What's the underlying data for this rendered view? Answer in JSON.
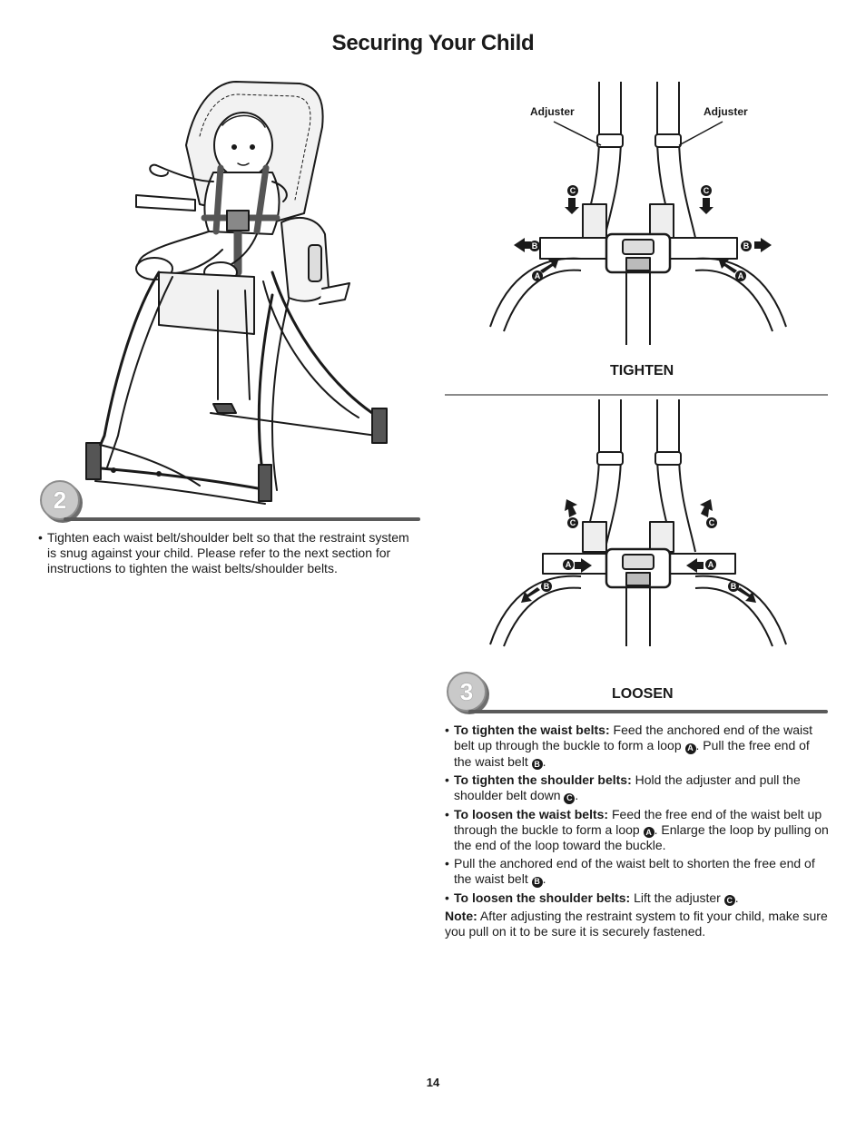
{
  "page": {
    "title": "Securing Your Child",
    "number": "14"
  },
  "step2": {
    "badge": "2",
    "bullet": "Tighten each waist belt/shoulder belt so that the restraint system is snug against your child. Please refer to the next section for instructions to tighten the waist belts/shoulder belts."
  },
  "step3": {
    "badge": "3",
    "tighten_label": "TIGHTEN",
    "loosen_label": "LOOSEN",
    "adjuster_left": "Adjuster",
    "adjuster_right": "Adjuster",
    "markers": {
      "a": "A",
      "b": "B",
      "c": "C"
    },
    "instructions": [
      {
        "bold": "To tighten the waist belts:",
        "parts": [
          " Feed the anchored end of the waist belt up through the buckle to form a loop ",
          "A",
          ". Pull the free end of the waist belt ",
          "B",
          "."
        ]
      },
      {
        "bold": "To tighten the shoulder belts:",
        "parts": [
          " Hold the adjuster and pull the shoulder belt down ",
          "C",
          "."
        ]
      },
      {
        "bold": "To loosen the waist belts:",
        "parts": [
          " Feed the free end of the waist belt up through the buckle to form a loop ",
          "A",
          ". Enlarge the loop by pulling on the end of the loop toward the buckle."
        ]
      },
      {
        "bold": "",
        "parts": [
          "Pull the anchored end of the waist belt to shorten the free end of the waist belt ",
          "B",
          "."
        ]
      },
      {
        "bold": "To loosen the shoulder belts:",
        "parts": [
          " Lift the adjuster ",
          "C",
          "."
        ]
      }
    ],
    "note_label": "Note:",
    "note_text": " After adjusting the restraint system to fit your child, make sure you pull on it to be sure it is securely fastened."
  }
}
